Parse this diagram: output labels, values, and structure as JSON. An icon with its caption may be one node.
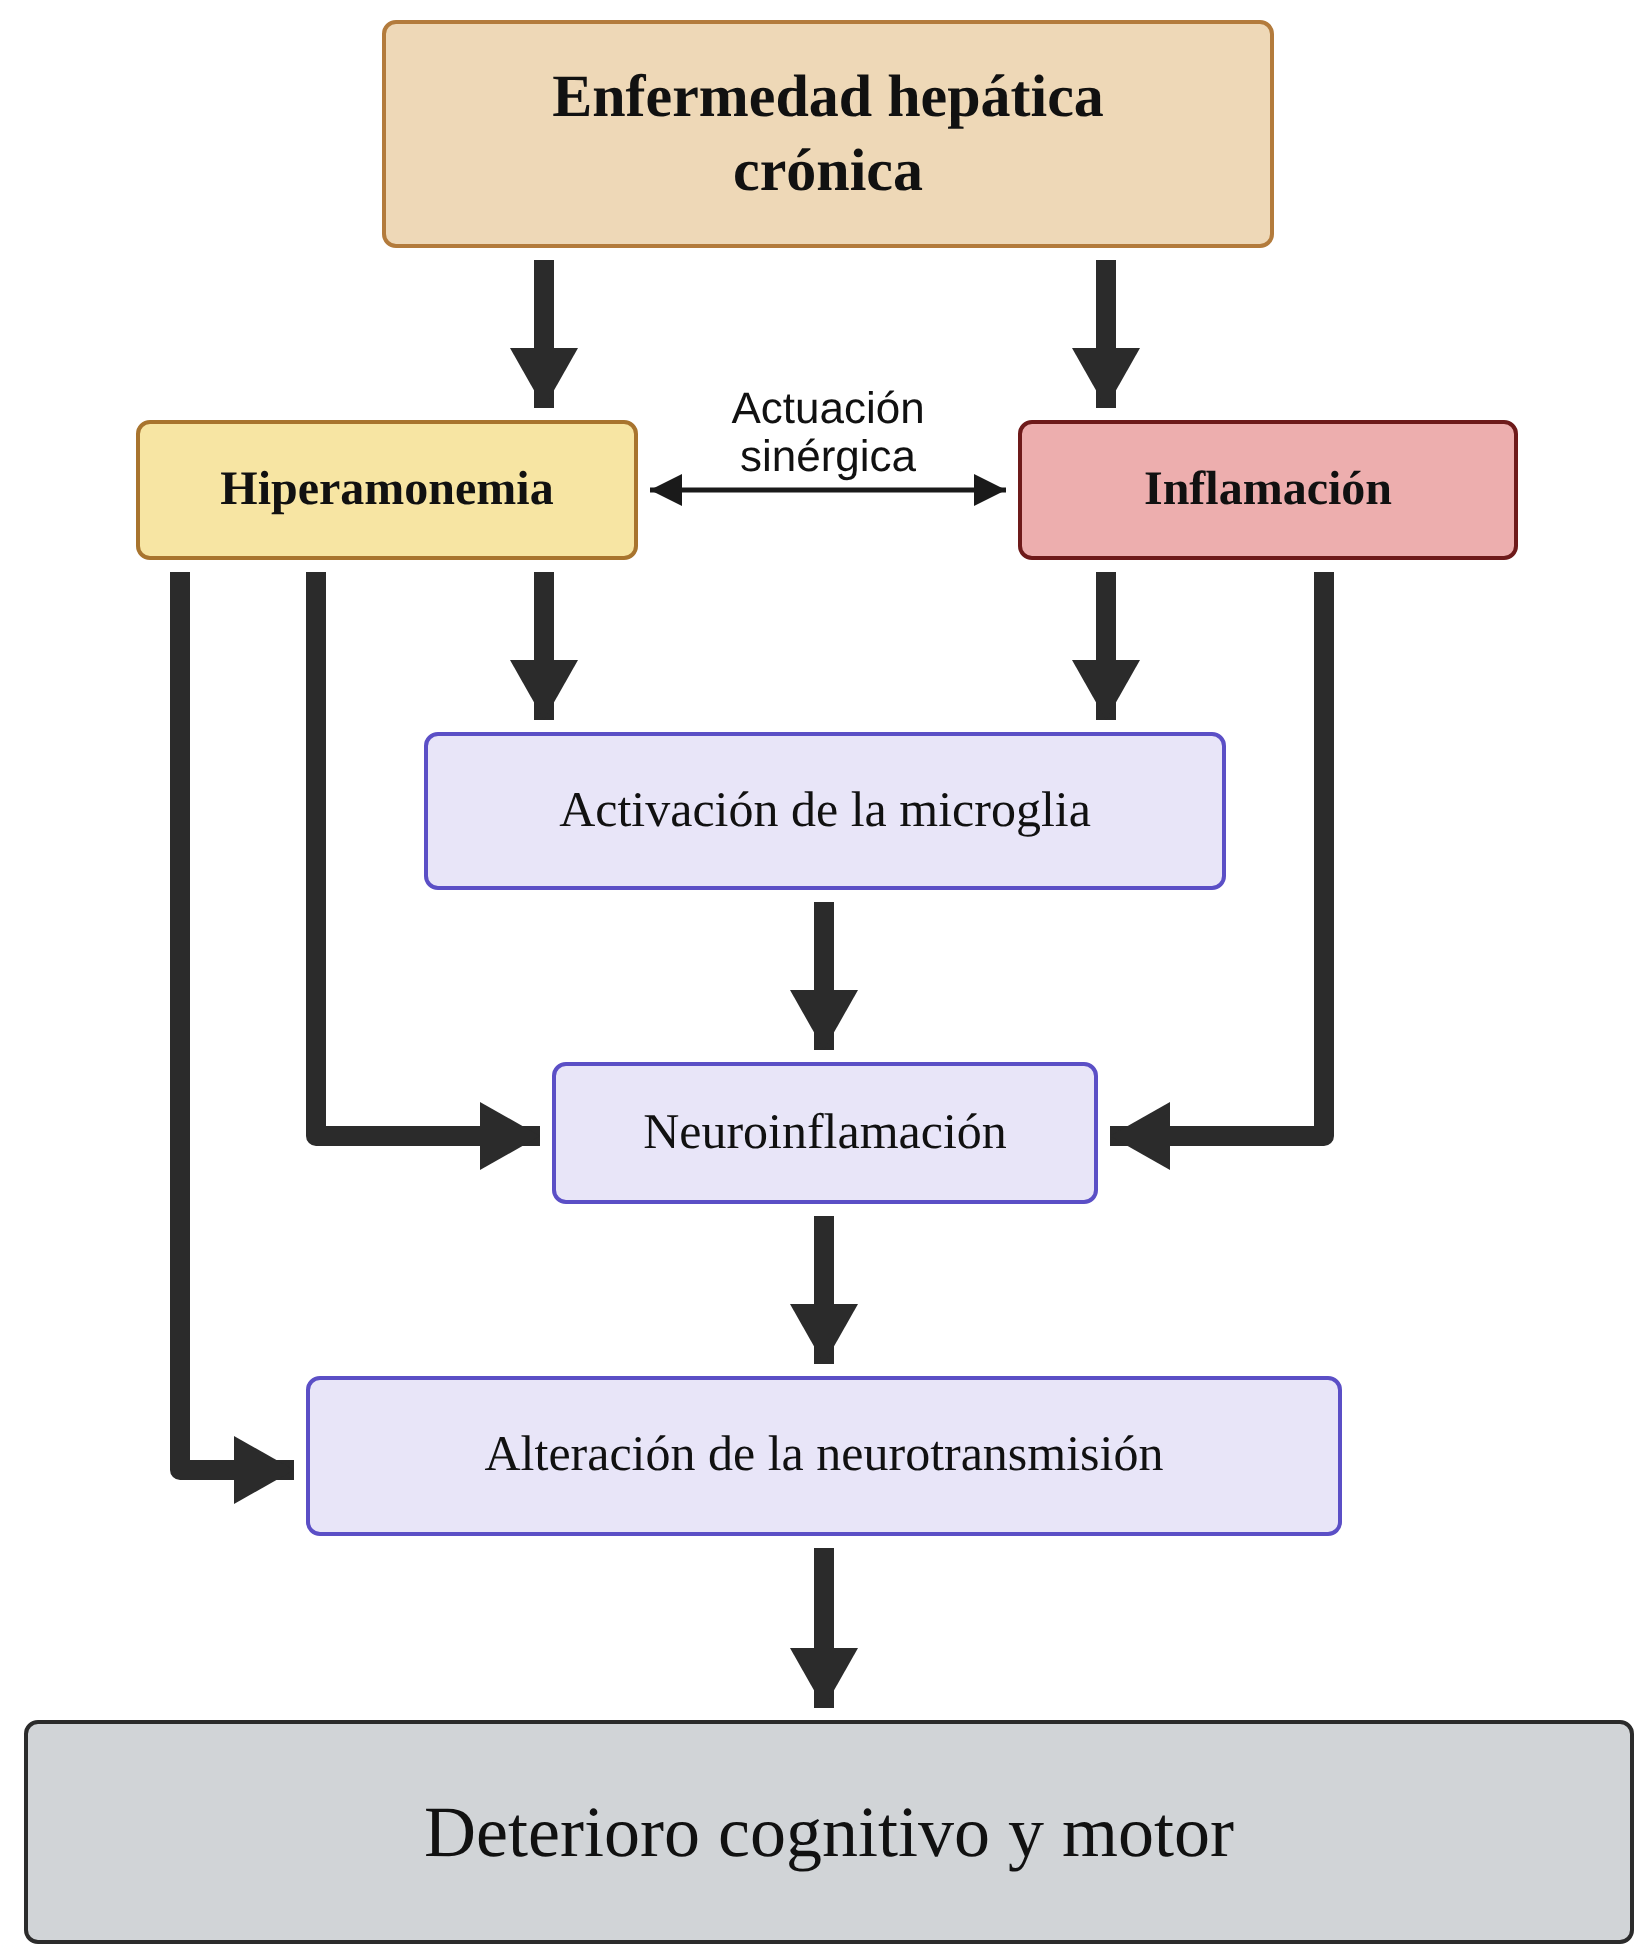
{
  "diagram": {
    "nodes": [
      {
        "text": [
          "Enfermedad hepática crónica"
        ]
      },
      {
        "text": [
          "Hiperamonemia"
        ]
      },
      {
        "text": [
          "Inflamación"
        ]
      },
      {
        "text": [
          "Activación de la microglia"
        ]
      },
      {
        "text": [
          "Neuroinflamación"
        ]
      },
      {
        "text": [
          "Alteración de la neurotransmisión"
        ]
      },
      {
        "text": [
          "Deterioro cognitivo y motor"
        ]
      }
    ],
    "edges": [
      {
        "from": 0,
        "to": 1,
        "arrow": "to"
      },
      {
        "from": 0,
        "to": 2,
        "arrow": "to"
      },
      {
        "from": 1,
        "to": 2,
        "arrow": "both",
        "label": "Actuación sinérgica"
      },
      {
        "from": 1,
        "to": 3,
        "arrow": "to"
      },
      {
        "from": 2,
        "to": 3,
        "arrow": "to"
      },
      {
        "from": 3,
        "to": 4,
        "arrow": "to"
      },
      {
        "from": 1,
        "to": 4,
        "arrow": "to"
      },
      {
        "from": 2,
        "to": 4,
        "arrow": "to"
      },
      {
        "from": 4,
        "to": 5,
        "arrow": "to"
      },
      {
        "from": 1,
        "to": 5,
        "arrow": "to"
      },
      {
        "from": 5,
        "to": 6,
        "arrow": "to"
      }
    ]
  }
}
